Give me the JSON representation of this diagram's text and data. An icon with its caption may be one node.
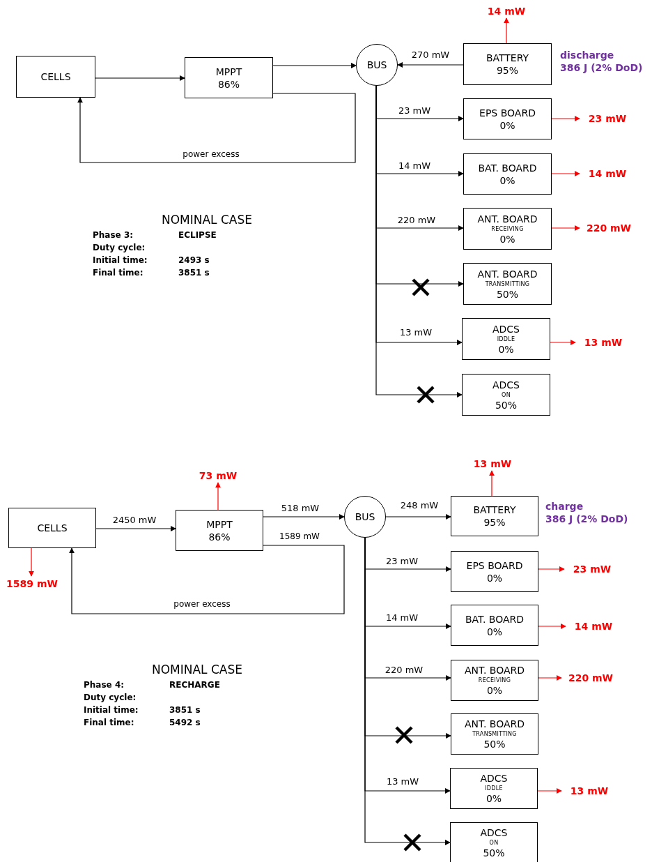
{
  "diagram": {
    "nodes": [
      {
        "text": [
          "CELLS"
        ]
      },
      {
        "text": [
          "MPPT",
          "86%"
        ]
      },
      {
        "text": [
          "BUS"
        ]
      },
      {
        "text": [
          "BATTERY",
          "95%"
        ],
        "beside": [
          "discharge",
          "386 J (2% DoD)"
        ]
      },
      {
        "text": [
          "14 mW"
        ]
      },
      {
        "text": [
          "EPS BOARD",
          "0%"
        ]
      },
      {
        "text": [
          "23 mW"
        ]
      },
      {
        "text": [
          "BAT. BOARD",
          "0%"
        ]
      },
      {
        "text": [
          "14 mW"
        ]
      },
      {
        "text": [
          "ANT. BOARD",
          "RECEIVING",
          "0%"
        ]
      },
      {
        "text": [
          "220 mW"
        ]
      },
      {
        "text": [
          "ANT. BOARD",
          "TRANSMITTING",
          "50%"
        ]
      },
      {
        "text": [
          "ADCS",
          "IDDLE",
          "0%"
        ]
      },
      {
        "text": [
          "13 mW"
        ]
      },
      {
        "text": [
          "ADCS",
          "ON",
          "50%"
        ]
      },
      {
        "text": [
          "CELLS"
        ]
      },
      {
        "text": [
          "1589 mW"
        ]
      },
      {
        "text": [
          "MPPT",
          "86%"
        ]
      },
      {
        "text": [
          "73 mW"
        ]
      },
      {
        "text": [
          "BUS"
        ]
      },
      {
        "text": [
          "BATTERY",
          "95%"
        ],
        "beside": [
          "charge",
          "386 J (2% DoD)"
        ]
      },
      {
        "text": [
          "13 mW"
        ]
      },
      {
        "text": [
          "EPS BOARD",
          "0%"
        ]
      },
      {
        "text": [
          "23 mW"
        ]
      },
      {
        "text": [
          "BAT. BOARD",
          "0%"
        ]
      },
      {
        "text": [
          "14 mW"
        ]
      },
      {
        "text": [
          "ANT. BOARD",
          "RECEIVING",
          "0%"
        ]
      },
      {
        "text": [
          "220 mW"
        ]
      },
      {
        "text": [
          "ANT. BOARD",
          "TRANSMITTING",
          "50%"
        ]
      },
      {
        "text": [
          "ADCS",
          "IDDLE",
          "0%"
        ]
      },
      {
        "text": [
          "13 mW"
        ]
      },
      {
        "text": [
          "ADCS",
          "ON",
          "50%"
        ]
      }
    ],
    "edges": [
      {
        "from": 0,
        "to": 1,
        "arrow": "to"
      },
      {
        "from": 1,
        "to": 2,
        "arrow": "to"
      },
      {
        "from": 3,
        "to": 2,
        "arrow": "to",
        "label": "270 mW"
      },
      {
        "from": 1,
        "to": 0,
        "arrow": "to",
        "label": "power excess"
      },
      {
        "from": 3,
        "to": 4,
        "arrow": "to",
        "color": "#ff0000"
      },
      {
        "from": 2,
        "to": 5,
        "arrow": "to",
        "label": "23 mW"
      },
      {
        "from": 5,
        "to": 6,
        "arrow": "to",
        "color": "#ff0000"
      },
      {
        "from": 2,
        "to": 7,
        "arrow": "to",
        "label": "14 mW"
      },
      {
        "from": 7,
        "to": 8,
        "arrow": "to",
        "color": "#ff0000"
      },
      {
        "from": 2,
        "to": 9,
        "arrow": "to",
        "label": "220 mW"
      },
      {
        "from": 9,
        "to": 10,
        "arrow": "to",
        "color": "#ff0000"
      },
      {
        "from": 2,
        "to": 11,
        "arrow": "to"
      },
      {
        "from": 2,
        "to": 12,
        "arrow": "to",
        "label": "13 mW"
      },
      {
        "from": 12,
        "to": 13,
        "arrow": "to",
        "color": "#ff0000"
      },
      {
        "from": 2,
        "to": 14,
        "arrow": "to"
      },
      {
        "from": 15,
        "to": 17,
        "arrow": "to",
        "label": "2450 mW"
      },
      {
        "from": 15,
        "to": 16,
        "arrow": "to",
        "color": "#ff0000"
      },
      {
        "from": 17,
        "to": 18,
        "arrow": "to",
        "color": "#ff0000"
      },
      {
        "from": 17,
        "to": 19,
        "arrow": "to",
        "label": "518 mW"
      },
      {
        "from": 17,
        "to": 15,
        "arrow": "to",
        "label": "1589 mW"
      },
      {
        "from": 19,
        "to": 20,
        "arrow": "to",
        "label": "248 mW"
      },
      {
        "from": 20,
        "to": 21,
        "arrow": "to",
        "color": "#ff0000"
      },
      {
        "from": 19,
        "to": 22,
        "arrow": "to",
        "label": "23 mW"
      },
      {
        "from": 22,
        "to": 23,
        "arrow": "to",
        "color": "#ff0000"
      },
      {
        "from": 19,
        "to": 24,
        "arrow": "to",
        "label": "14 mW"
      },
      {
        "from": 24,
        "to": 25,
        "arrow": "to",
        "color": "#ff0000"
      },
      {
        "from": 19,
        "to": 26,
        "arrow": "to",
        "label": "220 mW"
      },
      {
        "from": 26,
        "to": 27,
        "arrow": "to",
        "color": "#ff0000"
      },
      {
        "from": 19,
        "to": 28,
        "arrow": "to"
      },
      {
        "from": 19,
        "to": 29,
        "arrow": "to",
        "label": "13 mW"
      },
      {
        "from": 29,
        "to": 30,
        "arrow": "to",
        "color": "#ff0000"
      },
      {
        "from": 19,
        "to": 31,
        "arrow": "to"
      }
    ],
    "labels": [
      "NOMINAL CASE",
      "Phase 3:",
      "ECLIPSE",
      "Duty cycle:",
      "Initial time:",
      "2493 s",
      "Final time:",
      "3851 s",
      "power excess",
      "NOMINAL CASE",
      "Phase 4:",
      "RECHARGE",
      "Duty cycle:",
      "Initial time:",
      "3851 s",
      "Final time:",
      "5492 s"
    ]
  }
}
